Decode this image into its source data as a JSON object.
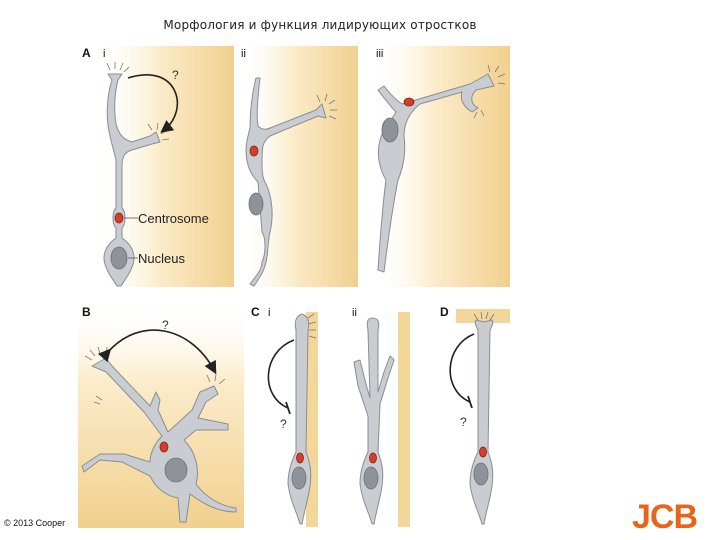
{
  "title": "Морфология и функция лидирующих отростков",
  "panels": {
    "A": {
      "letter": "A",
      "sub_i": "i",
      "sub_ii": "ii",
      "sub_iii": "iii"
    },
    "B": {
      "letter": "B"
    },
    "C": {
      "letter": "C",
      "sub_i": "i",
      "sub_ii": "ii"
    },
    "D": {
      "letter": "D"
    }
  },
  "annotations": {
    "centrosome": "Centrosome",
    "nucleus": "Nucleus",
    "question": "?"
  },
  "footer": {
    "copyright": "© 2013 Cooper",
    "logo": "JCB"
  },
  "colors": {
    "substrate": "#f3d79a",
    "cell": "#c9ccd0",
    "nucleus": "#8e9399",
    "centrosome": "#d0402c",
    "logo": "#e8641b"
  }
}
